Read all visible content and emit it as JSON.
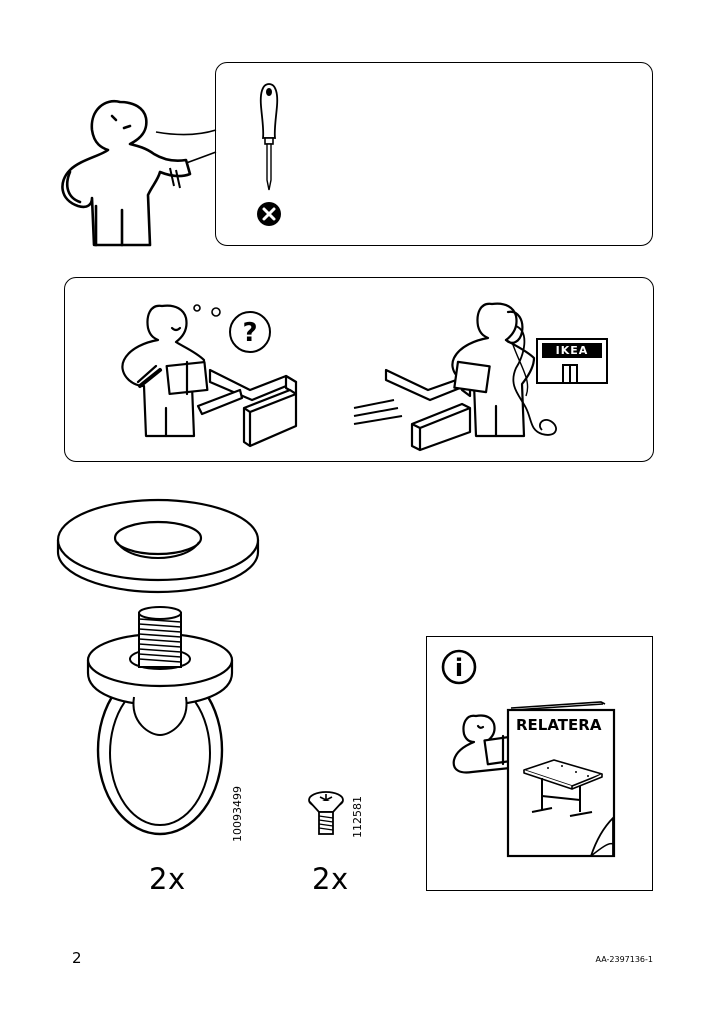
{
  "page": {
    "number": "2",
    "document_id": "AA-2397136-1"
  },
  "panel_tools": {
    "icons": [
      "person-icon",
      "screwdriver-icon",
      "not-needed-x-icon"
    ]
  },
  "panel_help": {
    "question_mark": "?",
    "store_sign": "IKEA",
    "icons": [
      "confused-person-icon",
      "question-bubble-icon",
      "calling-person-icon",
      "phone-cord-icon",
      "ikea-store-icon"
    ]
  },
  "parts": [
    {
      "id": "ring-fitting",
      "article_number": "10093499",
      "quantity": "2x"
    },
    {
      "id": "screw",
      "article_number": "112581",
      "quantity": "2x"
    }
  ],
  "info_panel": {
    "info_symbol": "i",
    "booklet_title": "RELATERA",
    "icons": [
      "info-icon",
      "reading-person-icon",
      "booklet-icon",
      "desk-icon"
    ]
  }
}
